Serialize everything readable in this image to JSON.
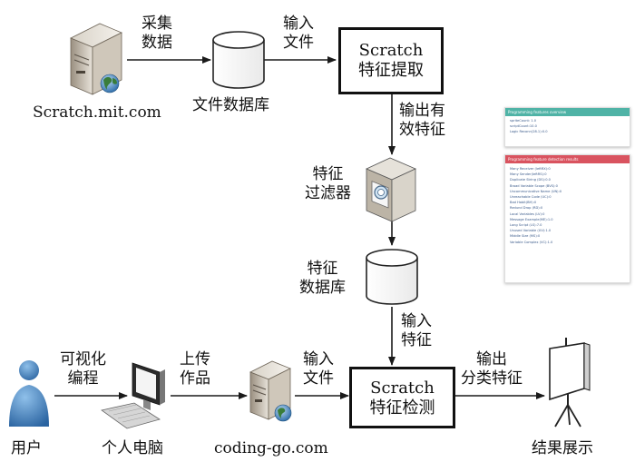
{
  "nodes": {
    "scratch_server_label": "Scratch.mit.com",
    "file_database_label": "文件数据库",
    "extract_box": [
      "Scratch",
      "特征提取"
    ],
    "feature_filter_label": [
      "特征",
      "过滤器"
    ],
    "feature_database_label": [
      "特征",
      "数据库"
    ],
    "detect_box": [
      "Scratch",
      "特征检测"
    ],
    "user_label": "用户",
    "pc_label": "个人电脑",
    "coding_server_label": "coding-go.com",
    "result_label": "结果展示"
  },
  "edges": {
    "collect_data": [
      "采集",
      "数据"
    ],
    "input_file_top": [
      "输入",
      "文件"
    ],
    "output_valid_features": [
      "输出有",
      "效特征"
    ],
    "input_features": [
      "输入",
      "特征"
    ],
    "visual_programming": [
      "可视化",
      "编程"
    ],
    "upload_work": [
      "上传",
      "作品"
    ],
    "input_file_bottom": [
      "输入",
      "文件"
    ],
    "output_class_features": [
      "输出",
      "分类特征"
    ]
  },
  "result_panel": {
    "overview_header": "Programming features overview",
    "overview_lines": [
      "spriteCount: 1.0",
      "scriptCount:10.0",
      "Logic Reconn(28.1):0.0"
    ],
    "detection_header": "Programming feature detection results",
    "detection_lines": [
      "Many Receiver (leftRX):0",
      "Many Sender(leftRS):0",
      "Duplicate String (DS):0.0",
      "Broad Variable Scope (BVS):0",
      "Uncommunicative Name (UN):0",
      "Unreachable Code (UC):0",
      "Bad Habit(BH):0",
      "Redund Drop (RD):0",
      "Local Variables (LV):0",
      "Message Example(ME):1.0",
      "Long Script (LS):7.0",
      "Unused Variable (UV):1.0",
      "Middle Size (MS):0",
      "Variable Complex (VC):1.0"
    ]
  },
  "colors": {
    "line": "#1a1a1a",
    "overview_header": "#4fb3a6",
    "detection_header": "#d9535f",
    "globe": "#3a7d3a",
    "user": "#3f7fbf"
  }
}
